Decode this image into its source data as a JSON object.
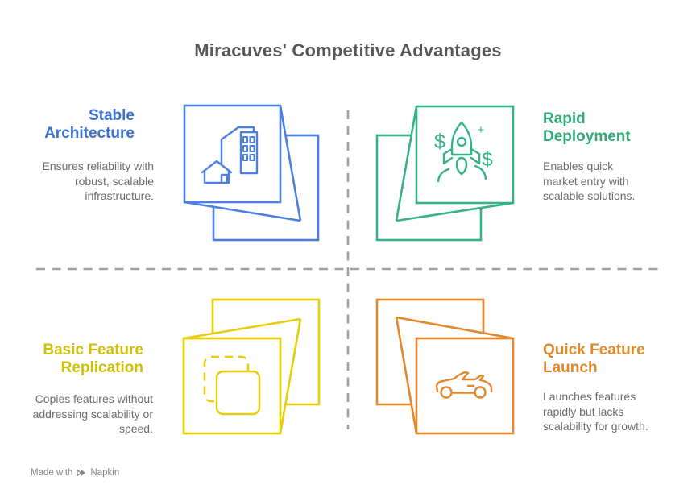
{
  "title": "Miracuves' Competitive Advantages",
  "divider_color": "#a0a0a0",
  "quadrants": [
    {
      "heading": "Stable Architecture",
      "body": "Ensures reliability with robust, scalable infrastructure.",
      "accent": "#3a71d3",
      "icon": "buildings-box-icon"
    },
    {
      "heading": "Rapid Deployment",
      "body": "Enables quick market entry with scalable solutions.",
      "accent": "#33ac7a",
      "icon": "rocket-box-icon"
    },
    {
      "heading": "Basic Feature Replication",
      "body": "Copies features without addressing scalability or speed.",
      "accent": "#d1bf06",
      "icon": "copy-box-icon"
    },
    {
      "heading": "Quick Feature Launch",
      "body": "Launches features rapidly but lacks scalability for growth.",
      "accent": "#df892b",
      "icon": "convertible-car-box-icon"
    }
  ],
  "rocket_symbols": {
    "dollar_left": "$",
    "dollar_right": "$",
    "plus": "+"
  },
  "watermark": {
    "prefix": "Made with",
    "brand": "Napkin"
  }
}
